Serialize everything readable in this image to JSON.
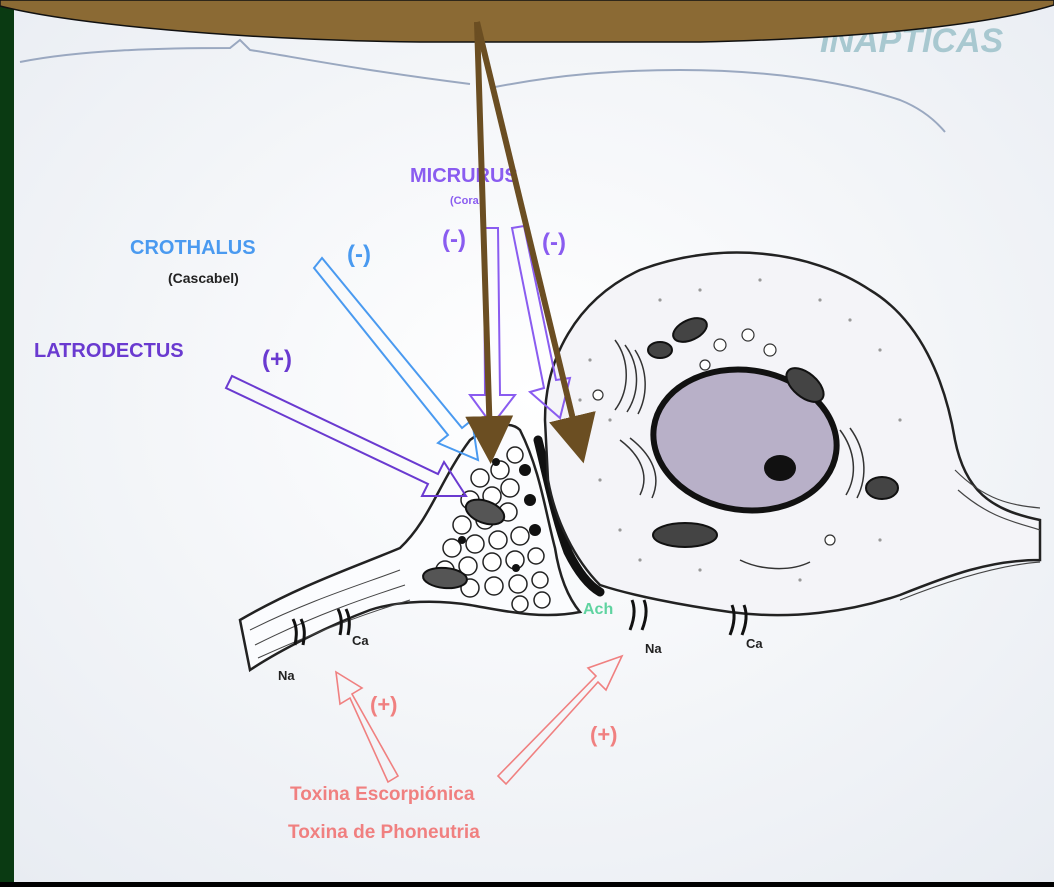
{
  "slide": {
    "heading_fragment": "INAPTICAS"
  },
  "labels": {
    "micrurus": {
      "name": "MICRURUS",
      "common": "(Coral)",
      "effect_left": "(-)",
      "effect_right": "(-)"
    },
    "crothalus": {
      "name": "CROTHALUS",
      "common": "(Cascabel)",
      "effect": "(-)"
    },
    "latrodectus": {
      "name": "LATRODECTUS",
      "effect": "(+)"
    },
    "toxins": {
      "line1": "Toxina Escorpiónica",
      "line2": "Toxina de Phoneutria",
      "effect_left": "(+)",
      "effect_right": "(+)"
    },
    "channels": {
      "na_left": "Na",
      "ca_left": "Ca",
      "na_right": "Na",
      "ca_right": "Ca"
    },
    "ach": "Ach"
  },
  "colors": {
    "banner": "#8B6A34",
    "pointer_arrows": "#6B4E22",
    "micrurus": "#8a5cf0",
    "crothalus": "#4a9af0",
    "latrodectus": "#6a3ad0",
    "toxin": "#f08080",
    "ach": "#5fd3a0",
    "frame": "#0a3a12",
    "paper": "#f6f8fb"
  }
}
